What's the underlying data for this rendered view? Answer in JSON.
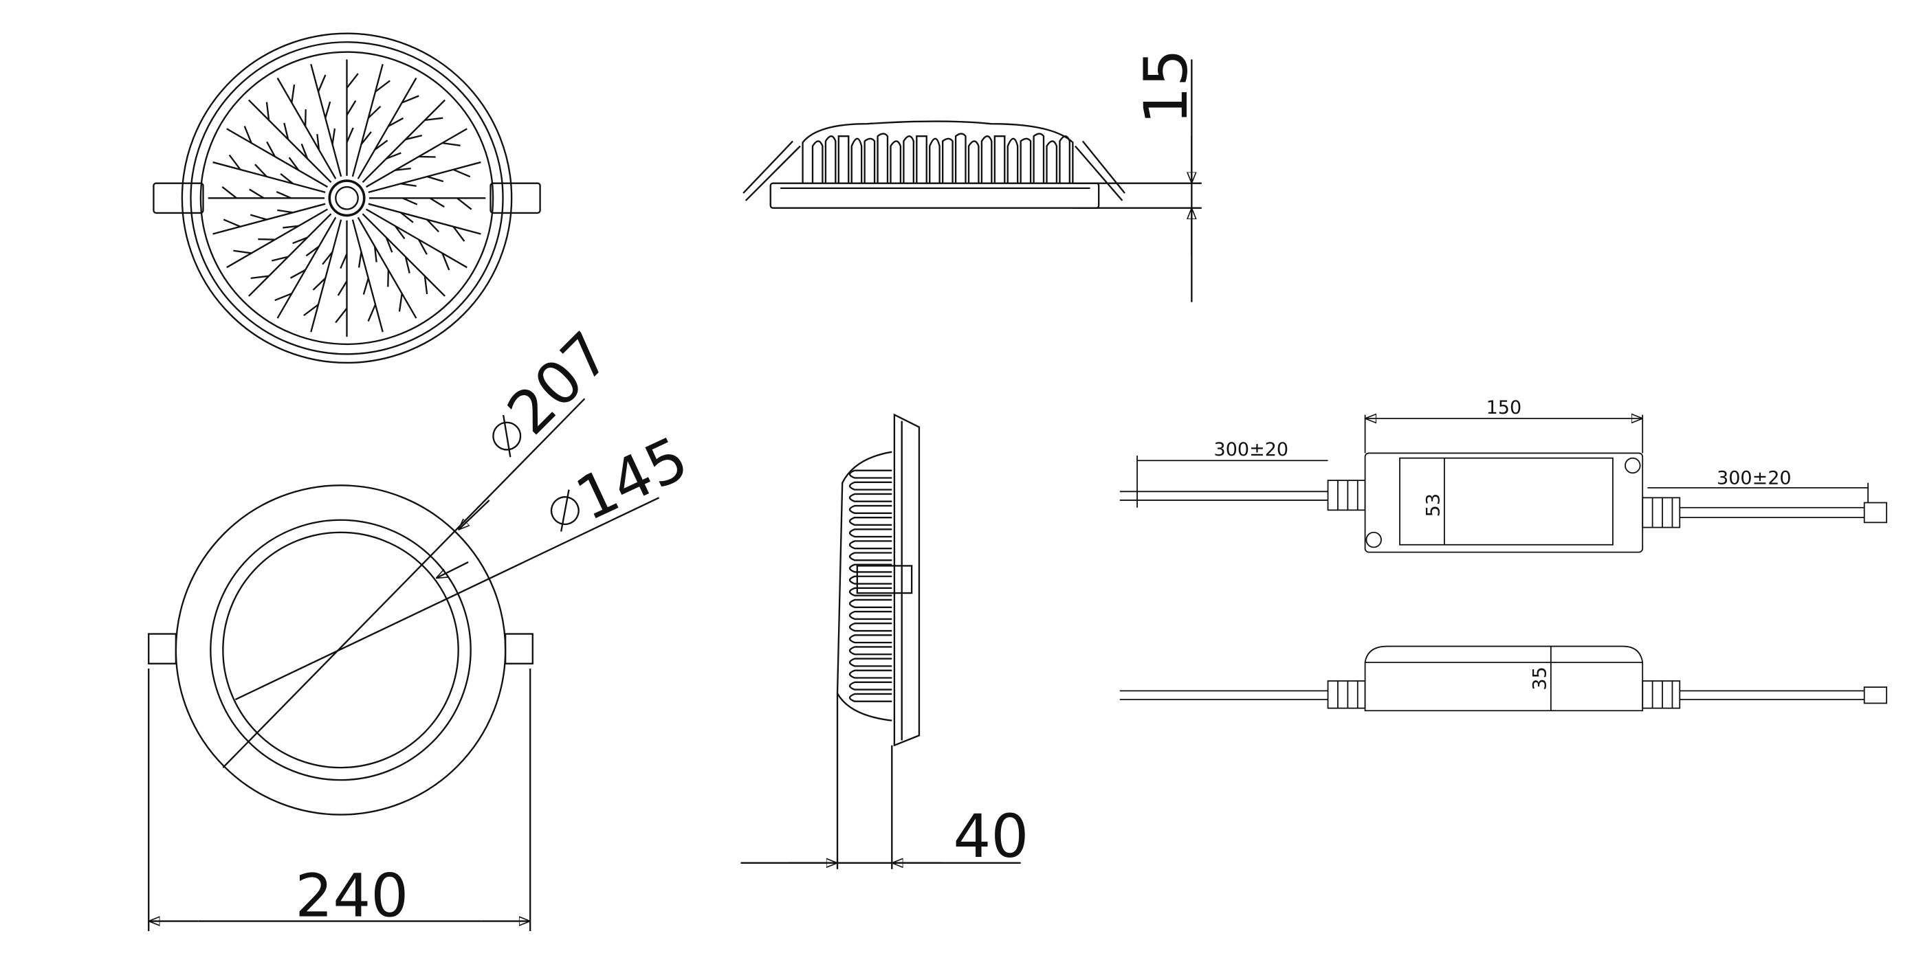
{
  "dimensions": {
    "fixture_height": "15",
    "outer_diameter": "207",
    "cutout_diameter": "145",
    "overall_width": "240",
    "depth": "40",
    "driver_length": "150",
    "input_cable": "300±20",
    "output_cable": "300±20",
    "driver_width": "53",
    "driver_height": "35"
  },
  "colors": {
    "line": "#111111",
    "background": "#ffffff"
  }
}
